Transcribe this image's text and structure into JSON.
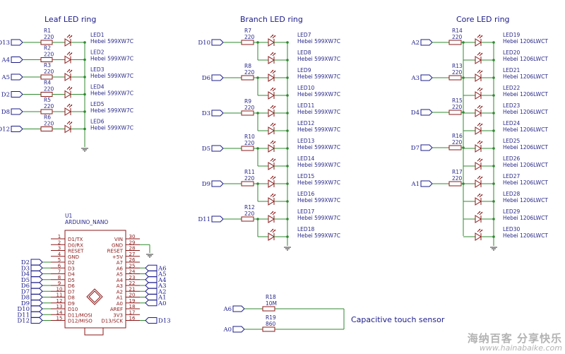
{
  "sections": {
    "leaf": {
      "title": "Leaf LED ring"
    },
    "branch": {
      "title": "Branch LED ring"
    },
    "core": {
      "title": "Core LED ring"
    },
    "touch": {
      "title": "Capacitive touch sensor"
    }
  },
  "leaf_ring": {
    "resistors": [
      {
        "ref": "R1",
        "value": "220",
        "port": "D13",
        "led": "LED1",
        "part": "Hebei 599XW7C"
      },
      {
        "ref": "R2",
        "value": "220",
        "port": "A4",
        "led": "LED2",
        "part": "Hebei 599XW7C"
      },
      {
        "ref": "R3",
        "value": "220",
        "port": "A5",
        "led": "LED3",
        "part": "Hebei 599XW7C"
      },
      {
        "ref": "R4",
        "value": "220",
        "port": "D2",
        "led": "LED4",
        "part": "Hebei 599XW7C"
      },
      {
        "ref": "R5",
        "value": "220",
        "port": "D8",
        "led": "LED5",
        "part": "Hebei 599XW7C"
      },
      {
        "ref": "R6",
        "value": "220",
        "port": "D12",
        "led": "LED6",
        "part": "Hebei 599XW7C"
      }
    ]
  },
  "branch_ring": {
    "resistors": [
      {
        "ref": "R7",
        "value": "220",
        "port": "D10"
      },
      {
        "ref": "R8",
        "value": "220",
        "port": "D6"
      },
      {
        "ref": "R9",
        "value": "220",
        "port": "D3"
      },
      {
        "ref": "R10",
        "value": "220",
        "port": "D5"
      },
      {
        "ref": "R11",
        "value": "220",
        "port": "D9"
      },
      {
        "ref": "R12",
        "value": "220",
        "port": "D11"
      }
    ],
    "leds": [
      {
        "ref": "LED7",
        "part": "Hebei 599XW7C"
      },
      {
        "ref": "LED8",
        "part": "Hebei 599XW7C"
      },
      {
        "ref": "LED9",
        "part": "Hebei 599XW7C"
      },
      {
        "ref": "LED10",
        "part": "Hebei 599XW7C"
      },
      {
        "ref": "LED11",
        "part": "Hebei 599XW7C"
      },
      {
        "ref": "LED12",
        "part": "Hebei 599XW7C"
      },
      {
        "ref": "LED13",
        "part": "Hebei 599XW7C"
      },
      {
        "ref": "LED14",
        "part": "Hebei 599XW7C"
      },
      {
        "ref": "LED15",
        "part": "Hebei 599XW7C"
      },
      {
        "ref": "LED16",
        "part": "Hebei 599XW7C"
      },
      {
        "ref": "LED17",
        "part": "Hebei 599XW7C"
      },
      {
        "ref": "LED18",
        "part": "Hebei 599XW7C"
      }
    ]
  },
  "core_ring": {
    "resistors": [
      {
        "ref": "R14",
        "value": "220",
        "port": "A2"
      },
      {
        "ref": "R13",
        "value": "220",
        "port": "A3"
      },
      {
        "ref": "R15",
        "value": "220",
        "port": "D4"
      },
      {
        "ref": "R16",
        "value": "220",
        "port": "D7"
      },
      {
        "ref": "R17",
        "value": "220",
        "port": "A1"
      }
    ],
    "leds": [
      {
        "ref": "LED19",
        "part": "Hebei 1206LWCT"
      },
      {
        "ref": "LED20",
        "part": "Hebei 1206LWCT"
      },
      {
        "ref": "LED21",
        "part": "Hebei 1206LWCT"
      },
      {
        "ref": "LED22",
        "part": "Hebei 1206LWCT"
      },
      {
        "ref": "LED23",
        "part": "Hebei 1206LWCT"
      },
      {
        "ref": "LED24",
        "part": "Hebei 1206LWCT"
      },
      {
        "ref": "LED25",
        "part": "Hebei 1206LWCT"
      },
      {
        "ref": "LED26",
        "part": "Hebei 1206LWCT"
      },
      {
        "ref": "LED27",
        "part": "Hebei 1206LWCT"
      },
      {
        "ref": "LED28",
        "part": "Hebei 1206LWCT"
      },
      {
        "ref": "LED29",
        "part": "Hebei 1206LWCT"
      },
      {
        "ref": "LED30",
        "part": "Hebei 1206LWCT"
      }
    ]
  },
  "arduino": {
    "ref": "U1",
    "name": "ARDUINO_NANO",
    "left_pins": [
      {
        "num": "1",
        "name": "D1/TX"
      },
      {
        "num": "2",
        "name": "D0/RX"
      },
      {
        "num": "3",
        "name": "RESET"
      },
      {
        "num": "4",
        "name": "GND"
      },
      {
        "num": "5",
        "name": "D2",
        "port": "D2"
      },
      {
        "num": "6",
        "name": "D3",
        "port": "D3"
      },
      {
        "num": "7",
        "name": "D4",
        "port": "D4"
      },
      {
        "num": "8",
        "name": "D5",
        "port": "D5"
      },
      {
        "num": "9",
        "name": "D6",
        "port": "D6"
      },
      {
        "num": "10",
        "name": "D7",
        "port": "D7"
      },
      {
        "num": "11",
        "name": "D8",
        "port": "D8"
      },
      {
        "num": "12",
        "name": "D9",
        "port": "D9"
      },
      {
        "num": "13",
        "name": "D10",
        "port": "D10"
      },
      {
        "num": "14",
        "name": "D11/MOSI",
        "port": "D11"
      },
      {
        "num": "15",
        "name": "D12/MISO",
        "port": "D12"
      }
    ],
    "right_pins": [
      {
        "num": "30",
        "name": "VIN"
      },
      {
        "num": "29",
        "name": "GND"
      },
      {
        "num": "28",
        "name": "RESET"
      },
      {
        "num": "27",
        "name": "+5V"
      },
      {
        "num": "26",
        "name": "A7"
      },
      {
        "num": "25",
        "name": "A6",
        "port": "A6"
      },
      {
        "num": "24",
        "name": "A5",
        "port": "A5"
      },
      {
        "num": "23",
        "name": "A4",
        "port": "A4"
      },
      {
        "num": "22",
        "name": "A3",
        "port": "A3"
      },
      {
        "num": "21",
        "name": "A2",
        "port": "A2"
      },
      {
        "num": "20",
        "name": "A1",
        "port": "A1"
      },
      {
        "num": "19",
        "name": "A0",
        "port": "A0"
      },
      {
        "num": "18",
        "name": "AREF"
      },
      {
        "num": "17",
        "name": "3V3"
      },
      {
        "num": "16",
        "name": "D13/SCK",
        "port": "D13"
      }
    ]
  },
  "touch_sensor": {
    "resistors": [
      {
        "ref": "R18",
        "value": "10M",
        "port": "A6"
      },
      {
        "ref": "R19",
        "value": "860",
        "port": "A0"
      }
    ]
  },
  "watermark": {
    "line1": "海纳百客 分享快乐",
    "line2": "www.hainabaike.com"
  },
  "colors": {
    "wire": "#2f8a2f",
    "component": "#8b1a1a",
    "label": "#1c1c8c"
  }
}
